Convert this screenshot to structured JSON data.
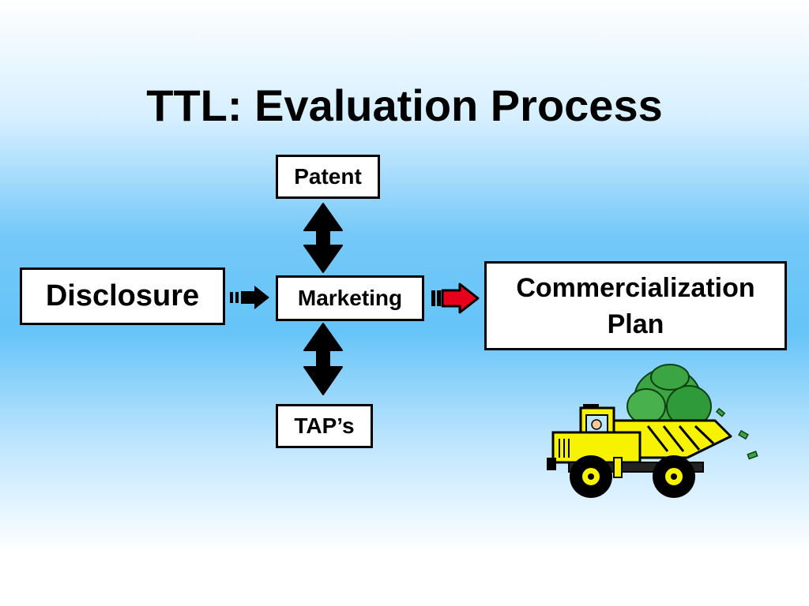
{
  "slide": {
    "title": "TTL: Evaluation Process"
  },
  "diagram": {
    "patent": "Patent",
    "marketing": "Marketing",
    "taps": "TAP’s",
    "disclosure": "Disclosure",
    "commercialization_line1": "Commercialization",
    "commercialization_line2": "Plan"
  },
  "colors": {
    "accent_arrow": "#e8001a",
    "truck_yellow": "#f6f200",
    "foliage_green": "#2f9a3a"
  },
  "icons": {
    "clipart": "dump-truck-money-icon"
  }
}
